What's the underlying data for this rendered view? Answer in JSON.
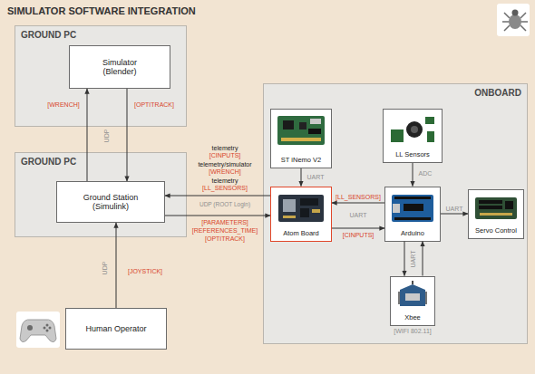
{
  "diagram": {
    "title": "SIMULATOR SOFTWARE INTEGRATION",
    "nodes": [
      {
        "text": [
          "GROUND PC"
        ]
      },
      {
        "text": [
          "Simulator (Blender)"
        ],
        "in": 0
      },
      {
        "text": [
          "GROUND PC"
        ]
      },
      {
        "text": [
          "Ground Station (Simulink)"
        ],
        "in": 2
      },
      {
        "text": [
          "ONBOARD"
        ]
      },
      {
        "text": [
          "ST iNemo V2"
        ],
        "in": 4
      },
      {
        "text": [
          "LL Sensors"
        ],
        "in": 4
      },
      {
        "text": [
          "Atom Board"
        ],
        "in": 4
      },
      {
        "text": [
          "Arduino"
        ],
        "in": 4
      },
      {
        "text": [
          "Servo Control"
        ],
        "in": 4
      },
      {
        "text": [
          "Xbee"
        ],
        "in": 4
      },
      {
        "text": [
          "Human Operator"
        ]
      }
    ],
    "edges": [
      {
        "from": 3,
        "to": 1,
        "label": "[WRENCH]",
        "arrow": "to"
      },
      {
        "from": 1,
        "to": 3,
        "label": "[OPTITRACK]",
        "arrow": "to"
      },
      {
        "from": 7,
        "to": 3,
        "arrow": "to"
      },
      {
        "from": 3,
        "to": 7,
        "arrow": "to"
      },
      {
        "from": 11,
        "to": 3,
        "label": "[JOYSTICK]",
        "arrow": "to"
      },
      {
        "from": 5,
        "to": 7,
        "label": "UART",
        "arrow": "to"
      },
      {
        "from": 6,
        "to": 8,
        "label": "ADC",
        "arrow": "to"
      },
      {
        "from": 8,
        "to": 7,
        "label": "[LL_SENSORS]",
        "arrow": "to"
      },
      {
        "from": 7,
        "to": 8,
        "label": "[CINPUTS]",
        "arrow": "to"
      },
      {
        "from": 8,
        "to": 9,
        "label": "UART",
        "arrow": "to"
      },
      {
        "from": 8,
        "to": 10,
        "arrow": "to"
      },
      {
        "from": 10,
        "to": 8,
        "arrow": "to"
      }
    ],
    "labels": [
      "telemetry",
      "[CINPUTS]",
      "telemetry/simulator",
      "[WRENCH]",
      "telemetry",
      "[LL_SENSORS]",
      "UDP (ROOT Login)",
      "[PARAMETERS]",
      "[REFERENCES_TIME]",
      "[OPTITRACK]",
      "UDP",
      "UDP",
      "UART",
      "UART",
      "[WIFI 802.11]"
    ]
  }
}
